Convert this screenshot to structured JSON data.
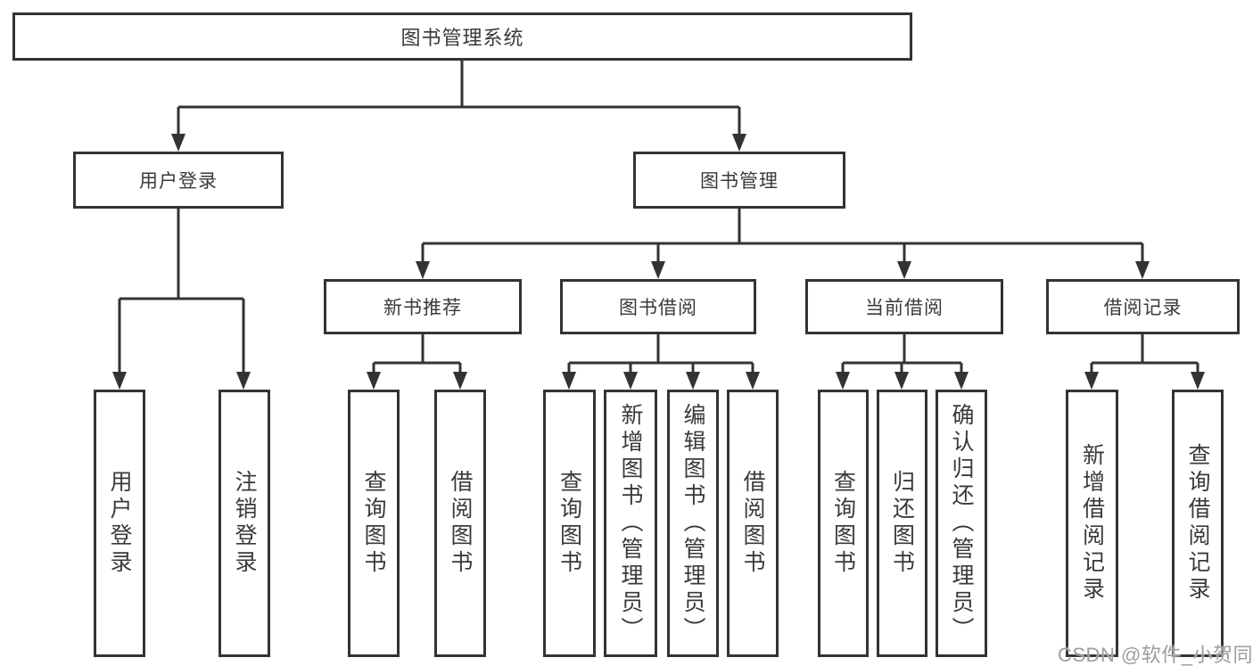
{
  "diagram": {
    "nodes": {
      "root": {
        "label": "图书管理系统"
      },
      "user_login": {
        "label": "用户登录"
      },
      "book_mgmt": {
        "label": "图书管理"
      },
      "new_books": {
        "label": "新书推荐"
      },
      "book_borrow": {
        "label": "图书借阅"
      },
      "current_borrow": {
        "label": "当前借阅"
      },
      "borrow_records": {
        "label": "借阅记录"
      },
      "leaf_user_login": {
        "label": "用户登录"
      },
      "leaf_logout": {
        "label": "注销登录"
      },
      "leaf_nb_query": {
        "label": "查询图书"
      },
      "leaf_nb_borrow": {
        "label": "借阅图书"
      },
      "leaf_bb_query": {
        "label": "查询图书"
      },
      "leaf_bb_add": {
        "label": "新增图书（管理员）"
      },
      "leaf_bb_edit": {
        "label": "编辑图书（管理员）"
      },
      "leaf_bb_borrow": {
        "label": "借阅图书"
      },
      "leaf_cb_query": {
        "label": "查询图书"
      },
      "leaf_cb_return": {
        "label": "归还图书"
      },
      "leaf_cb_confirm": {
        "label": "确认归还（管理员）"
      },
      "leaf_br_add": {
        "label": "新增借阅记录"
      },
      "leaf_br_query": {
        "label": "查询借阅记录"
      }
    },
    "edges": [
      [
        "root",
        "user_login"
      ],
      [
        "root",
        "book_mgmt"
      ],
      [
        "user_login",
        "leaf_user_login"
      ],
      [
        "user_login",
        "leaf_logout"
      ],
      [
        "book_mgmt",
        "new_books"
      ],
      [
        "book_mgmt",
        "book_borrow"
      ],
      [
        "book_mgmt",
        "current_borrow"
      ],
      [
        "book_mgmt",
        "borrow_records"
      ],
      [
        "new_books",
        "leaf_nb_query"
      ],
      [
        "new_books",
        "leaf_nb_borrow"
      ],
      [
        "book_borrow",
        "leaf_bb_query"
      ],
      [
        "book_borrow",
        "leaf_bb_add"
      ],
      [
        "book_borrow",
        "leaf_bb_edit"
      ],
      [
        "book_borrow",
        "leaf_bb_borrow"
      ],
      [
        "current_borrow",
        "leaf_cb_query"
      ],
      [
        "current_borrow",
        "leaf_cb_return"
      ],
      [
        "current_borrow",
        "leaf_cb_confirm"
      ],
      [
        "borrow_records",
        "leaf_br_add"
      ],
      [
        "borrow_records",
        "leaf_br_query"
      ]
    ],
    "colors": {
      "line": "#333333",
      "box_border": "#333333",
      "box_background": "#ffffff",
      "text": "#3a3a3a",
      "watermark_text": "#9d9d9d",
      "page_background": "#ffffff"
    }
  },
  "watermark": {
    "text": "CSDN @软件_小贺同学"
  }
}
